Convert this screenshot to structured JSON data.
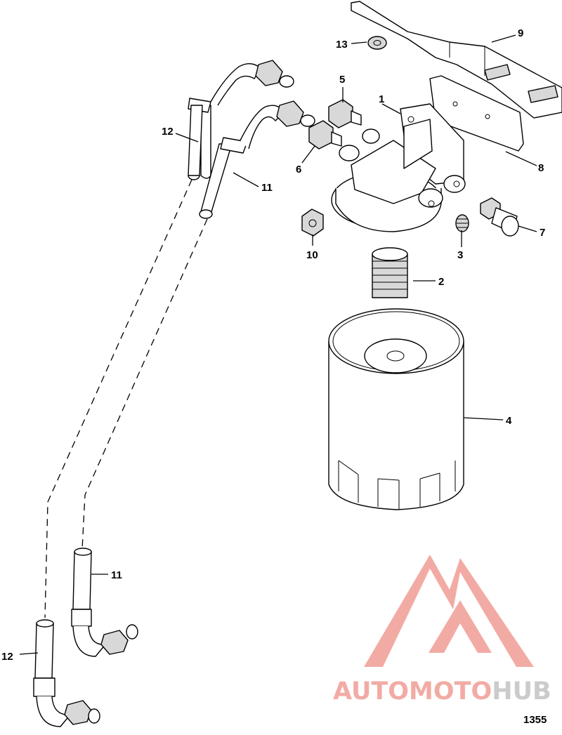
{
  "diagram": {
    "figure_number": "1355",
    "callouts": [
      {
        "id": "c1",
        "label": "1"
      },
      {
        "id": "c2",
        "label": "2"
      },
      {
        "id": "c3",
        "label": "3"
      },
      {
        "id": "c4",
        "label": "4"
      },
      {
        "id": "c5",
        "label": "5"
      },
      {
        "id": "c6",
        "label": "6"
      },
      {
        "id": "c7",
        "label": "7"
      },
      {
        "id": "c8",
        "label": "8"
      },
      {
        "id": "c9",
        "label": "9"
      },
      {
        "id": "c10",
        "label": "10"
      },
      {
        "id": "c11a",
        "label": "11"
      },
      {
        "id": "c11b",
        "label": "11"
      },
      {
        "id": "c12a",
        "label": "12"
      },
      {
        "id": "c12b",
        "label": "12"
      },
      {
        "id": "c13",
        "label": "13"
      }
    ]
  },
  "watermark": {
    "brand_part1": "AUTOMOTO",
    "brand_part2": "HUB",
    "color_primary": "#f2a7a0",
    "color_secondary": "#cfcfcf"
  }
}
